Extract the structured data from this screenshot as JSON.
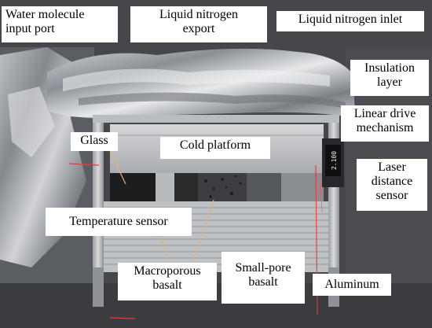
{
  "labels": {
    "water_inlet": "Water molecule\ninput port",
    "ln2_export": "Liquid nitrogen\nexport",
    "ln2_inlet": "Liquid nitrogen inlet",
    "insulation": "Insulation\nlayer",
    "linear_drive": "Linear drive\nmechanism",
    "glass": "Glass",
    "cold_platform": "Cold platform",
    "laser_sensor": "Laser\ndistance\nsensor",
    "temp_sensor": "Temperature sensor",
    "macroporous": "Macroporous\nbasalt",
    "small_pore": "Small-pore\nbasalt",
    "aluminum": "Aluminum"
  },
  "display_reading": "2.100",
  "colors": {
    "label_bg": "#ffffff",
    "label_text": "#000000",
    "leader_line": "#e8b07a",
    "laser": "#ff3030"
  }
}
